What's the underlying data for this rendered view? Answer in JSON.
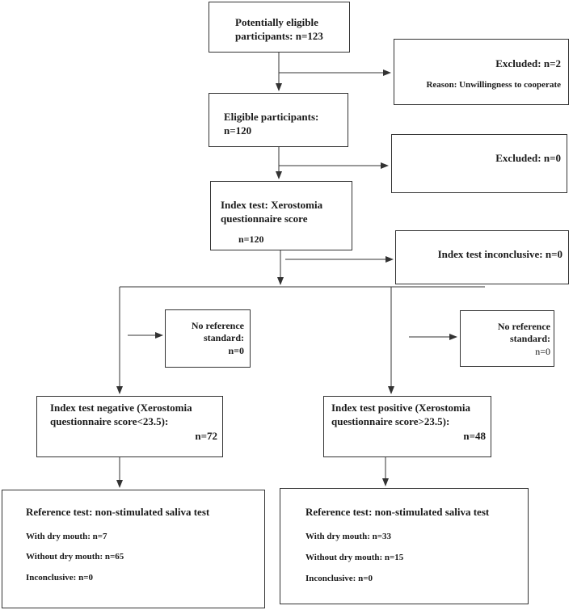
{
  "flow": {
    "eligible_potential": {
      "line1": "Potentially eligible",
      "line2": "participants: n=123"
    },
    "excluded_1": {
      "title": "Excluded: n=2",
      "reason": "Reason: Unwillingness to cooperate"
    },
    "eligible": {
      "line1": "Eligible participants:",
      "line2": "n=120"
    },
    "excluded_2": {
      "title": "Excluded: n=0"
    },
    "index_test": {
      "line1": "Index test: Xerostomia",
      "line2": "questionnaire score",
      "line3": "n=120"
    },
    "inconclusive": {
      "title": "Index test inconclusive: n=0"
    },
    "no_ref_left": {
      "line1": "No reference",
      "line2": "standard:",
      "line3": "n=0"
    },
    "no_ref_right": {
      "line1": "No reference",
      "line2": "standard:",
      "line3": "n=0"
    },
    "negative": {
      "line1": "Index test negative (Xerostomia",
      "line2": "questionnaire score<23.5):",
      "line3": "n=72"
    },
    "positive": {
      "line1": "Index test positive (Xerostomia",
      "line2": "questionnaire score>23.5):",
      "line3": "n=48"
    },
    "ref_left": {
      "title": "Reference test: non-stimulated saliva test",
      "with_dry": "With dry mouth: n=7",
      "without_dry": "Without dry mouth: n=65",
      "inconclusive": "Inconclusive: n=0"
    },
    "ref_right": {
      "title": "Reference test: non-stimulated saliva test",
      "with_dry": "With dry mouth: n=33",
      "without_dry": "Without dry mouth: n=15",
      "inconclusive": "Inconclusive: n=0"
    }
  }
}
